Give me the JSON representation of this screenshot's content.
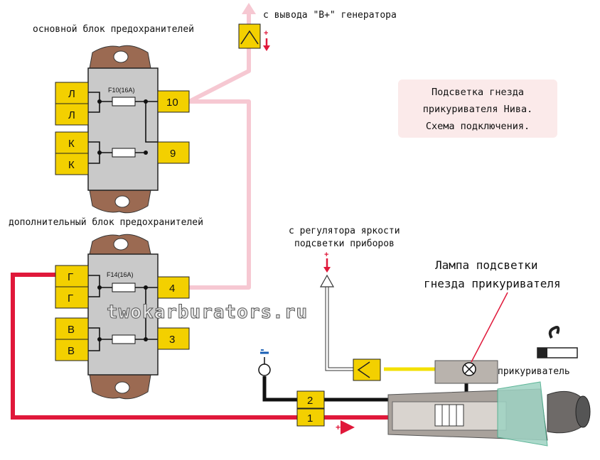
{
  "labels": {
    "main_block": "основной блок предохранителей",
    "aux_block": "дополнительный блок предохранителей",
    "from_generator": "с вывода \"В+\" генератора",
    "from_dimmer_1": "с регулятора яркости",
    "from_dimmer_2": "подсветки приборов",
    "lamp_1": "Лампа подсветки",
    "lamp_2": "гнезда прикуривателя",
    "lighter": "прикуриватель"
  },
  "note": {
    "line1": "Подсветка гнезда",
    "line2": "прикуривателя Нива.",
    "line3": "Схема подключения."
  },
  "watermark": "twokarburators.ru",
  "fuses": {
    "main": "F10(16A)",
    "aux": "F14(16A)"
  },
  "terminals": {
    "main_left": [
      "Л",
      "Л",
      "К",
      "К"
    ],
    "main_right": [
      "10",
      "9"
    ],
    "aux_left": [
      "Г",
      "Г",
      "В",
      "В"
    ],
    "aux_right": [
      "4",
      "3"
    ],
    "connector": [
      "2",
      "1"
    ]
  },
  "polarity": {
    "plus": "+",
    "minus": "-"
  },
  "colors": {
    "fuse_block": "#c9c9c9",
    "terminal": "#f3d000",
    "mount": "#9b6a52",
    "wire_pink": "#f6c8d2",
    "wire_red": "#e0183a",
    "wire_yellow": "#f3e000",
    "wire_black": "#111111",
    "note_bg": "#fbeaea"
  }
}
